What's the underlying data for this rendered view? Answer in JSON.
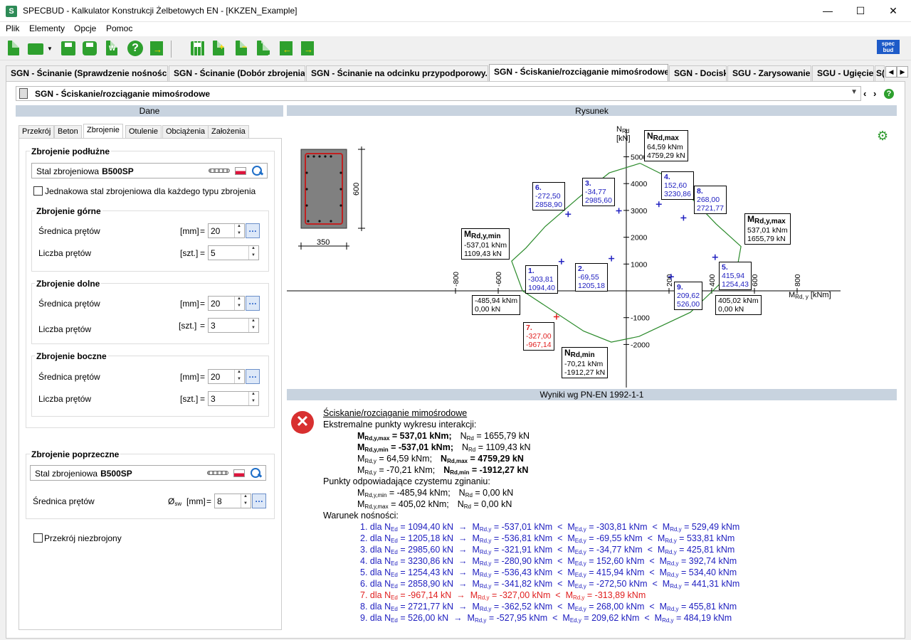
{
  "window": {
    "title": "SPECBUD - Kalkulator Konstrukcji Żelbetowych EN - [KKZEN_Example]",
    "min": "—",
    "max": "☐",
    "close": "✕"
  },
  "menu": [
    "Plik",
    "Elementy",
    "Opcje",
    "Pomoc"
  ],
  "toolbar": {
    "icons": [
      "new-icon",
      "open-icon",
      "save-icon",
      "print-icon",
      "export-word-icon",
      "help-icon",
      "exit-icon",
      "calc-grid-icon",
      "add-element-icon",
      "remove-element-icon",
      "copy-element-icon",
      "import-icon",
      "export-icon",
      "specbud-logo"
    ],
    "logo": "spec bud"
  },
  "tabs": [
    "SGN - Ścinanie (Sprawdzenie nośności)",
    "SGN - Ścinanie (Dobór zbrojenia)",
    "SGN - Ścinanie na odcinku przypodporowy...",
    "SGN - Ściskanie/rozciąganie mimośrodowe",
    "SGN - Docisk",
    "SGU - Zarysowanie",
    "SGU - Ugięcie",
    "S("
  ],
  "header": {
    "title": "SGN - Ściskanie/rozciąganie mimośrodowe",
    "prev": "‹",
    "next": "›",
    "help": "?"
  },
  "left": {
    "section": "Dane",
    "subtabs": [
      "Przekrój",
      "Beton",
      "Zbrojenie",
      "Otulenie",
      "Obciążenia",
      "Założenia"
    ],
    "long": {
      "title": "Zbrojenie podłużne",
      "steel_label": "Stal zbrojeniowa",
      "steel_value": "B500SP",
      "same_steel": "Jednakowa stal zbrojeniowa dla każdego typu zbrojenia",
      "top": {
        "title": "Zbrojenie górne",
        "dia_label": "Średnica prętów",
        "dia_unit": "[mm]",
        "dia_value": "20",
        "count_label": "Liczba prętów",
        "count_unit": "[szt.]",
        "count_value": "5"
      },
      "bottom": {
        "title": "Zbrojenie dolne",
        "dia_label": "Średnica prętów",
        "dia_unit": "[mm]",
        "dia_value": "20",
        "count_label": "Liczba prętów",
        "count_unit": "[szt.]",
        "count_value": "3"
      },
      "side": {
        "title": "Zbrojenie boczne",
        "dia_label": "Średnica prętów",
        "dia_unit": "[mm]",
        "dia_value": "20",
        "count_label": "Liczba prętów",
        "count_unit": "[szt.]",
        "count_value": "3"
      }
    },
    "trans": {
      "title": "Zbrojenie poprzeczne",
      "steel_label": "Stal zbrojeniowa",
      "steel_value": "B500SP",
      "dia_label": "Średnica prętów",
      "dia_sym": "Ø",
      "dia_sub": "sw",
      "dia_unit": "[mm]",
      "dia_value": "8"
    },
    "unreinforced": "Przekrój niezbrojony",
    "eq": "="
  },
  "drawing": {
    "section": "Rysunek",
    "section_dims": {
      "width": "350",
      "height": "600"
    },
    "axes": {
      "n_label_main": "N",
      "n_label_sub": "Rd",
      "n_unit": "[kN]",
      "m_label_main": "M",
      "m_label_sub": "Rd, y",
      "m_unit": "[kNm]"
    },
    "n_ticks": [
      5000,
      4000,
      3000,
      2000,
      1000,
      -1000,
      -2000
    ],
    "m_ticks": [
      -800,
      -600,
      200,
      400,
      600,
      800
    ],
    "extremes": [
      {
        "id": "nmax",
        "name": "N",
        "sub": "Rd,max",
        "m": "64,59 kNm",
        "n": "4759,29 kN"
      },
      {
        "id": "mymax",
        "name": "M",
        "sub": "Rd,y,max",
        "m": "537,01 kNm",
        "n": "1655,79 kN"
      },
      {
        "id": "mymin",
        "name": "M",
        "sub": "Rd,y,min",
        "m": "-537,01 kNm",
        "n": "1109,43 kN"
      },
      {
        "id": "nmin",
        "name": "N",
        "sub": "Rd,min",
        "m": "-70,21 kNm",
        "n": "-1912,27 kN"
      },
      {
        "id": "bendneg",
        "m": "-485,94 kNm",
        "n": "0,00 kN"
      },
      {
        "id": "bendpos",
        "m": "405,02 kNm",
        "n": "0,00 kN"
      }
    ],
    "points": [
      {
        "no": "1.",
        "m": "-303,81",
        "n": "1094,40",
        "ok": true
      },
      {
        "no": "2.",
        "m": "-69,55",
        "n": "1205,18",
        "ok": true
      },
      {
        "no": "3.",
        "m": "-34,77",
        "n": "2985,60",
        "ok": true
      },
      {
        "no": "4.",
        "m": "152,60",
        "n": "3230,86",
        "ok": true
      },
      {
        "no": "5.",
        "m": "415,94",
        "n": "1254,43",
        "ok": true
      },
      {
        "no": "6.",
        "m": "-272,50",
        "n": "2858,90",
        "ok": true
      },
      {
        "no": "7.",
        "m": "-327,00",
        "n": "-967,14",
        "ok": false
      },
      {
        "no": "8.",
        "m": "268,00",
        "n": "2721,77",
        "ok": true
      },
      {
        "no": "9.",
        "m": "209,62",
        "n": "526,00",
        "ok": true
      }
    ],
    "colors": {
      "curve": "#2a8a2a",
      "ok": "#2020c0",
      "fail": "#e02020",
      "settings": "#2e9a2e"
    }
  },
  "results": {
    "section": "Wyniki wg PN-EN 1992-1-1",
    "title": "Ściskanie/rozciąganie mimośrodowe",
    "status_icon": "✕",
    "extreme_header": "Ekstremalne punkty wykresu interakcji:",
    "extreme_lines": [
      {
        "a_sym": "M",
        "a_sub": "Rd,y,max",
        "a_val": " = 537,01 kNm;",
        "a_bold": true,
        "b_sym": "N",
        "b_sub": "Rd",
        "b_val": " = 1655,79 kN",
        "b_bold": false
      },
      {
        "a_sym": "M",
        "a_sub": "Rd,y,min",
        "a_val": " = -537,01 kNm;",
        "a_bold": true,
        "b_sym": "N",
        "b_sub": "Rd",
        "b_val": " = 1109,43 kN",
        "b_bold": false
      },
      {
        "a_sym": "M",
        "a_sub": "Rd,y",
        "a_val": " = 64,59 kNm;",
        "a_bold": false,
        "b_sym": "N",
        "b_sub": "Rd,max",
        "b_val": " = 4759,29 kN",
        "b_bold": true
      },
      {
        "a_sym": "M",
        "a_sub": "Rd,y",
        "a_val": " = -70,21 kNm;",
        "a_bold": false,
        "b_sym": "N",
        "b_sub": "Rd,min",
        "b_val": " = -1912,27 kN",
        "b_bold": true
      }
    ],
    "bend_header": "Punkty odpowiadające czystemu zginaniu:",
    "bend_lines": [
      {
        "a_sym": "M",
        "a_sub": "Rd,y,min",
        "a_val": " = -485,94 kNm;",
        "b_sym": "N",
        "b_sub": "Rd",
        "b_val": " = 0,00 kN"
      },
      {
        "a_sym": "M",
        "a_sub": "Rd,y,max",
        "a_val": " = 405,02 kNm;",
        "b_sym": "N",
        "b_sub": "Rd",
        "b_val": " = 0,00 kN"
      }
    ],
    "cond_header": "Warunek nośności:",
    "cond_lines": [
      {
        "no": "1.",
        "ned": "1094,40 kN",
        "mmin": "-537,01 kNm",
        "med": "-303,81 kNm",
        "mmax": "529,49 kNm",
        "ok": true
      },
      {
        "no": "2.",
        "ned": "1205,18 kN",
        "mmin": "-536,81 kNm",
        "med": "-69,55 kNm",
        "mmax": "533,81 kNm",
        "ok": true
      },
      {
        "no": "3.",
        "ned": "2985,60 kN",
        "mmin": "-321,91 kNm",
        "med": "-34,77 kNm",
        "mmax": "425,81 kNm",
        "ok": true
      },
      {
        "no": "4.",
        "ned": "3230,86 kN",
        "mmin": "-280,90 kNm",
        "med": "152,60 kNm",
        "mmax": "392,74 kNm",
        "ok": true
      },
      {
        "no": "5.",
        "ned": "1254,43 kN",
        "mmin": "-536,43 kNm",
        "med": "415,94 kNm",
        "mmax": "534,40 kNm",
        "ok": true
      },
      {
        "no": "6.",
        "ned": "2858,90 kN",
        "mmin": "-341,82 kNm",
        "med": "-272,50 kNm",
        "mmax": "441,31 kNm",
        "ok": true
      },
      {
        "no": "7.",
        "ned": "-967,14 kN",
        "mmin": "-327,00 kNm",
        "med": "",
        "mmax": "-313,89 kNm",
        "ok": false
      },
      {
        "no": "8.",
        "ned": "2721,77 kN",
        "mmin": "-362,52 kNm",
        "med": "268,00 kNm",
        "mmax": "455,81 kNm",
        "ok": true
      },
      {
        "no": "9.",
        "ned": "526,00 kN",
        "mmin": "-527,95 kNm",
        "med": "209,62 kNm",
        "mmax": "484,19 kNm",
        "ok": true
      }
    ],
    "cond_words": {
      "dla": "dla",
      "ned_sym": "N",
      "ned_sub": "Ed",
      "arrow": "→",
      "m_sym": "M",
      "mrd_sub": "Rd,y",
      "med_sub": "Ed,y",
      "lt": "<",
      "eq": "="
    }
  }
}
